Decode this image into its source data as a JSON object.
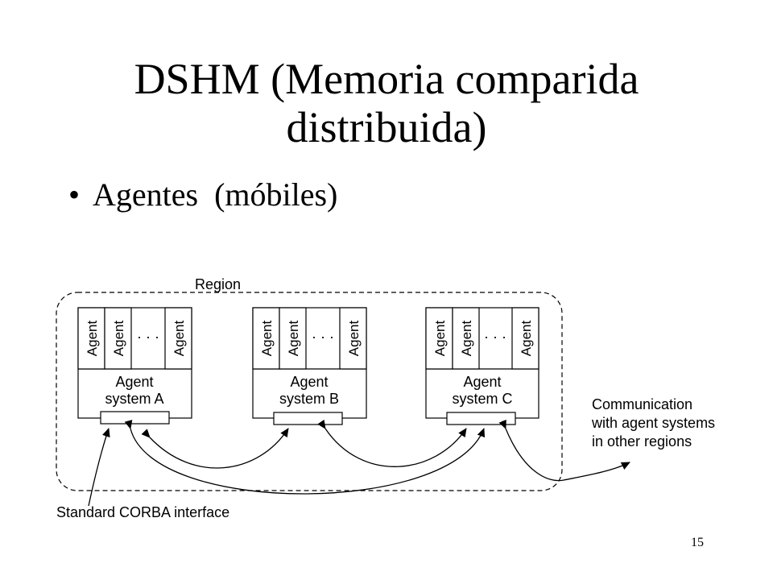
{
  "slide": {
    "title_line1": "DSHM (Memoria comparida",
    "title_line2": "distribuida)",
    "bullet": "•",
    "bullet_text": "Agentes  (móbiles)",
    "page_number": "15"
  },
  "diagram": {
    "region_label": "Region",
    "agent_label": "Agent",
    "ellipsis": "· · ·",
    "systems": [
      {
        "line1": "Agent",
        "line2": "system A"
      },
      {
        "line1": "Agent",
        "line2": "system B"
      },
      {
        "line1": "Agent",
        "line2": "system C"
      }
    ],
    "communication_label": [
      "Communication",
      "with agent systems",
      "in other regions"
    ],
    "corba_label": "Standard CORBA interface"
  }
}
